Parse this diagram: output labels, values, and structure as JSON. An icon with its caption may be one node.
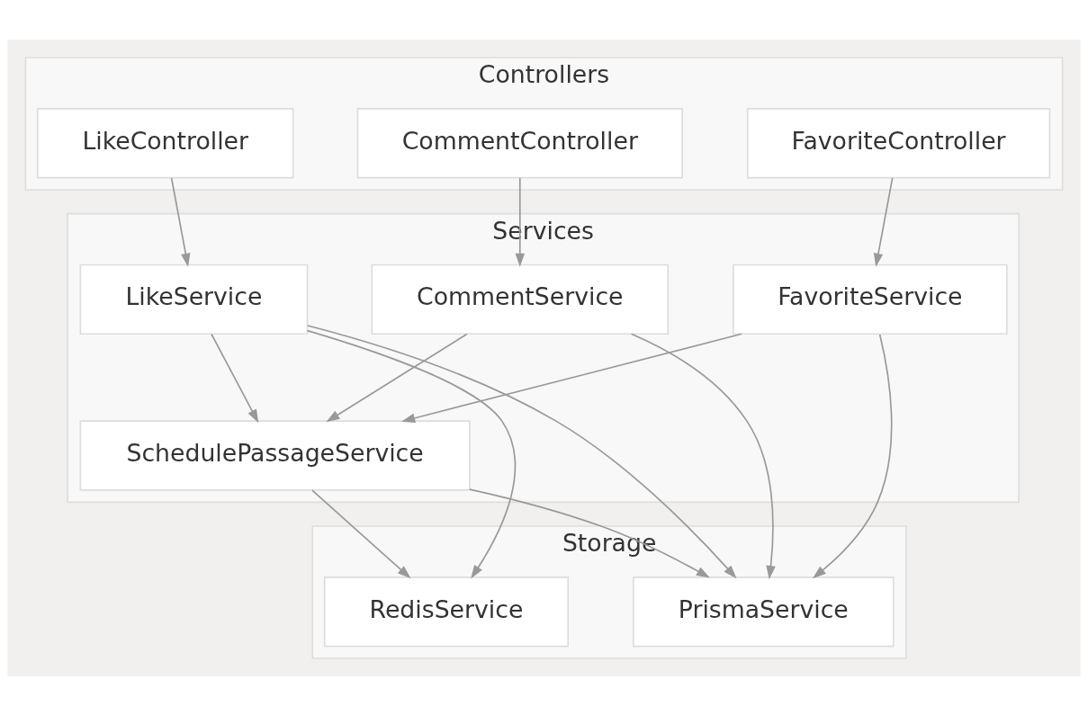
{
  "diagram": {
    "nodes": [
      {
        "text": [
          "Controllers"
        ]
      },
      {
        "text": [
          "FavoriteController"
        ],
        "in": 0
      },
      {
        "text": [
          "CommentController"
        ],
        "in": 0
      },
      {
        "text": [
          "LikeController"
        ],
        "in": 0
      },
      {
        "text": [
          "Services"
        ]
      },
      {
        "text": [
          "FavoriteService"
        ],
        "in": 4
      },
      {
        "text": [
          "CommentService"
        ],
        "in": 4
      },
      {
        "text": [
          "LikeService"
        ],
        "in": 4
      },
      {
        "text": [
          "SchedulePassageService"
        ],
        "in": 4
      },
      {
        "text": [
          "Storage"
        ]
      },
      {
        "text": [
          "PrismaService"
        ],
        "in": 9
      },
      {
        "text": [
          "RedisService"
        ],
        "in": 9
      }
    ],
    "edges": [
      {
        "from": 1,
        "to": 5,
        "arrow": "to"
      },
      {
        "from": 2,
        "to": 6,
        "arrow": "to"
      },
      {
        "from": 3,
        "to": 7,
        "arrow": "to"
      },
      {
        "from": 5,
        "to": 8,
        "arrow": "to"
      },
      {
        "from": 5,
        "to": 10,
        "arrow": "to"
      },
      {
        "from": 6,
        "to": 8,
        "arrow": "to"
      },
      {
        "from": 6,
        "to": 10,
        "arrow": "to"
      },
      {
        "from": 7,
        "to": 8,
        "arrow": "to"
      },
      {
        "from": 7,
        "to": 10,
        "arrow": "to"
      },
      {
        "from": 7,
        "to": 11,
        "arrow": "to"
      },
      {
        "from": 8,
        "to": 10,
        "arrow": "to"
      },
      {
        "from": 8,
        "to": 11,
        "arrow": "to"
      }
    ]
  }
}
